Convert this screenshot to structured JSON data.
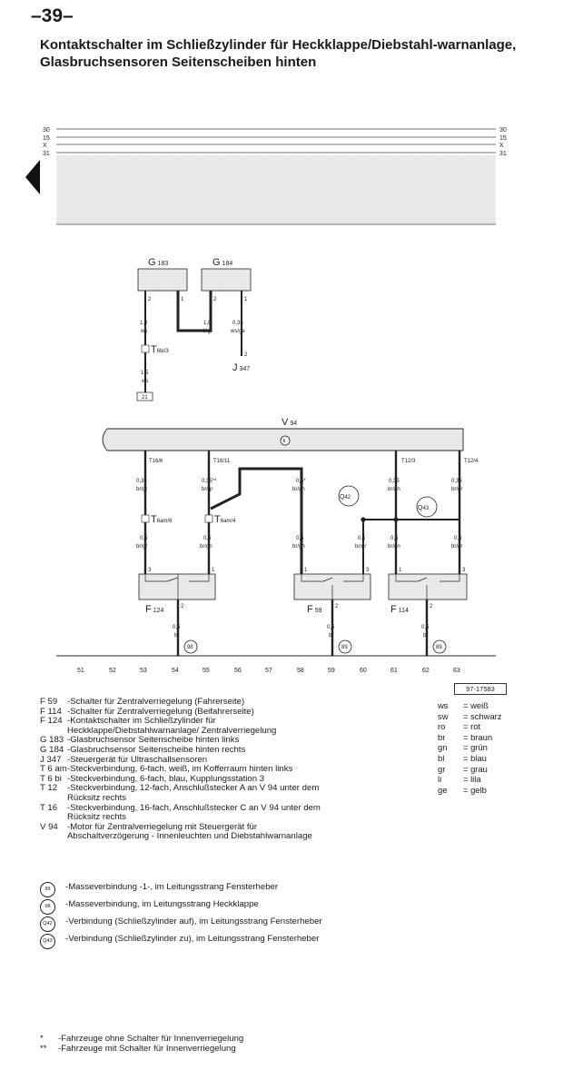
{
  "page_number": "–39–",
  "title": "Kontaktschalter im Schließzylinder für Heckklappe/Diebstahl-warnanlage, Glasbruchsensoren Seitenscheiben hinten",
  "rails": [
    "30",
    "15",
    "X",
    "31"
  ],
  "components": {
    "g183": {
      "letter": "G",
      "sub": "183"
    },
    "g184": {
      "letter": "G",
      "sub": "184"
    },
    "j347": {
      "letter": "J",
      "sub": "347"
    },
    "v94": {
      "letter": "V",
      "sub": "94"
    },
    "f124": {
      "letter": "F",
      "sub": "124"
    },
    "f59": {
      "letter": "F",
      "sub": "59"
    },
    "f114": {
      "letter": "F",
      "sub": "114"
    },
    "q42": {
      "letter": "Q",
      "sub": "42"
    },
    "q43": {
      "letter": "Q",
      "sub": "43"
    },
    "t6bi": {
      "letter": "T",
      "sub": "6bi/3"
    },
    "t6am6": {
      "letter": "T",
      "sub": "6am/6"
    },
    "t6am4": {
      "letter": "T",
      "sub": "6am/4"
    },
    "ref21": "21",
    "k": "k"
  },
  "pins": {
    "g183_a": "2",
    "g183_b": "1",
    "g184_a": "2",
    "g184_b": "1",
    "j347_pin": "2",
    "f124_a": "3",
    "f124_b": "1",
    "f124_c": "2",
    "f59_a": "1",
    "f59_b": "3",
    "f59_c": "2",
    "f114_a": "1",
    "f114_b": "3",
    "f114_c": "2",
    "t16_6": "T16/6",
    "t16_11": "T16/11",
    "t12_3": "T12/3",
    "t12_4": "T12/4"
  },
  "wires": {
    "w1a": "1,0",
    "w1b": "ws",
    "w2a": "1,0",
    "w2b": "li/gr",
    "w3a": "0,35",
    "w3b": "ws/ge",
    "w4a": "1,5",
    "w4b": "ws",
    "w5a": "0,35",
    "w5b": "br/gr",
    "w6a": "0,35**",
    "w6b": "br/gr",
    "w7a": "0,5*",
    "w7b": "br/gn",
    "w8a": "0,35",
    "w8b": "br/gn",
    "w9a": "0,35",
    "w9b": "br/gr",
    "w10a": "0,5",
    "w10b": "br/gr",
    "w11a": "0,5",
    "w11b": "br/gn",
    "w12a": "0,5",
    "w12b": "br/gn",
    "w13a": "0,5",
    "w13b": "br/gr",
    "w14a": "0,5",
    "w14b": "br/gn",
    "w15a": "0,5",
    "w15b": "br/gr",
    "w16a": "0,5",
    "w16b": "br",
    "w17a": "0,5",
    "w17b": "br",
    "w18a": "0,5",
    "w18b": "br"
  },
  "grounds": {
    "g98": "98",
    "g89a": "89",
    "g89b": "89"
  },
  "column_numbers": [
    "51",
    "52",
    "53",
    "54",
    "55",
    "56",
    "57",
    "58",
    "59",
    "60",
    "61",
    "62",
    "63"
  ],
  "doc_ref": "97-17583",
  "legend": [
    {
      "code": "F 59",
      "desc": "-Schalter für Zentralverriegelung (Fahrerseite)"
    },
    {
      "code": "F 114",
      "desc": "-Schalter für Zentralverriegelung (Beifahrerseite)"
    },
    {
      "code": "F 124",
      "desc": "-Kontaktschalter im Schließzylinder für Heckklappe/Diebstahlwarnanlage/ Zentralverriegelung"
    },
    {
      "code": "G 183",
      "desc": "-Glasbruchsensor Seitenscheibe hinten links"
    },
    {
      "code": "G 184",
      "desc": "-Glasbruchsensor Seitenscheibe hinten rechts"
    },
    {
      "code": "J 347",
      "desc": "-Steuergerät für Ultraschallsensoren"
    },
    {
      "code": "T 6 am",
      "desc": "-Steckverbindung, 6-fach, weiß, im Kofferraum hinten links"
    },
    {
      "code": "T 6 bi",
      "desc": "-Steckverbindung, 6-fach, blau, Kupplungsstation 3"
    },
    {
      "code": "T 12",
      "desc": "-Steckverbindung, 12-fach, Anschlußstecker A an V 94 unter dem Rücksitz rechts"
    },
    {
      "code": "T 16",
      "desc": "-Steckverbindung, 16-fach, Anschlußstecker C an V 94 unter dem Rücksitz rechts"
    },
    {
      "code": "V 94",
      "desc": "-Motor für Zentralverriegelung mit Steuergerät für Abschaltverzögerung - Innenleuchten und Diebstahlwarnanlage"
    }
  ],
  "ground_legend": [
    {
      "sym": "89",
      "desc": "-Masseverbindung -1-, im Leitungsstrang Fensterheber"
    },
    {
      "sym": "98",
      "desc": "-Masseverbindung, im Leitungsstrang Heckklappe"
    },
    {
      "sym": "Q42",
      "desc": "-Verbindung (Schließzylinder auf), im Leitungsstrang Fensterheber"
    },
    {
      "sym": "Q43",
      "desc": "-Verbindung (Schließzylinder zu), im Leitungsstrang Fensterheber"
    }
  ],
  "colors": [
    {
      "abbr": "ws",
      "name": "= weiß"
    },
    {
      "abbr": "sw",
      "name": "= schwarz"
    },
    {
      "abbr": "ro",
      "name": "= rot"
    },
    {
      "abbr": "br",
      "name": "= braun"
    },
    {
      "abbr": "gn",
      "name": "= grün"
    },
    {
      "abbr": "bl",
      "name": "= blau"
    },
    {
      "abbr": "gr",
      "name": "= grau"
    },
    {
      "abbr": "li",
      "name": "= lila"
    },
    {
      "abbr": "ge",
      "name": "= gelb"
    }
  ],
  "footnotes": [
    {
      "mark": "*",
      "text": "-Fahrzeuge ohne Schalter für Innenverriegelung"
    },
    {
      "mark": "**",
      "text": "-Fahrzeuge mit Schalter für Innenverriegelung"
    }
  ],
  "style": {
    "line_color": "#222222",
    "hatch_color": "#e6e6e6"
  }
}
